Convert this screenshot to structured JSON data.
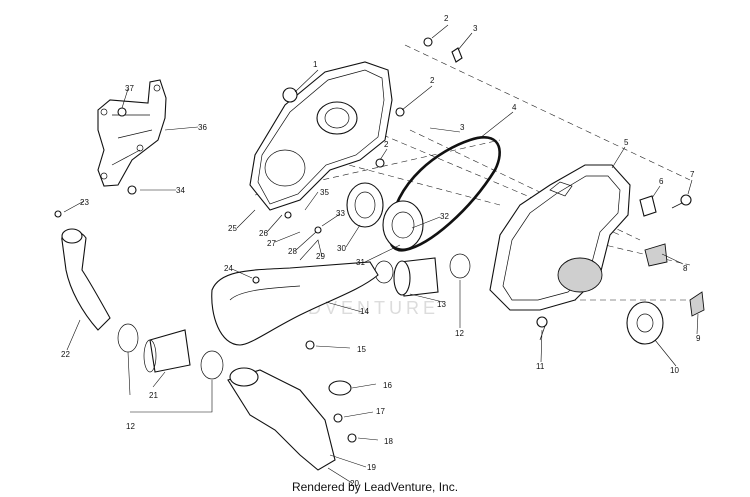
{
  "watermark": "LEADVENTURE",
  "credit": "Rendered by LeadVenture, Inc.",
  "callouts": [
    "1",
    "2",
    "3",
    "4",
    "5",
    "6",
    "7",
    "8",
    "9",
    "10",
    "11",
    "12",
    "13",
    "14",
    "15",
    "16",
    "17",
    "18",
    "19",
    "20",
    "21",
    "22",
    "23",
    "24",
    "25",
    "26",
    "27",
    "28",
    "29",
    "30",
    "31",
    "32",
    "33",
    "34",
    "35",
    "36",
    "37"
  ]
}
